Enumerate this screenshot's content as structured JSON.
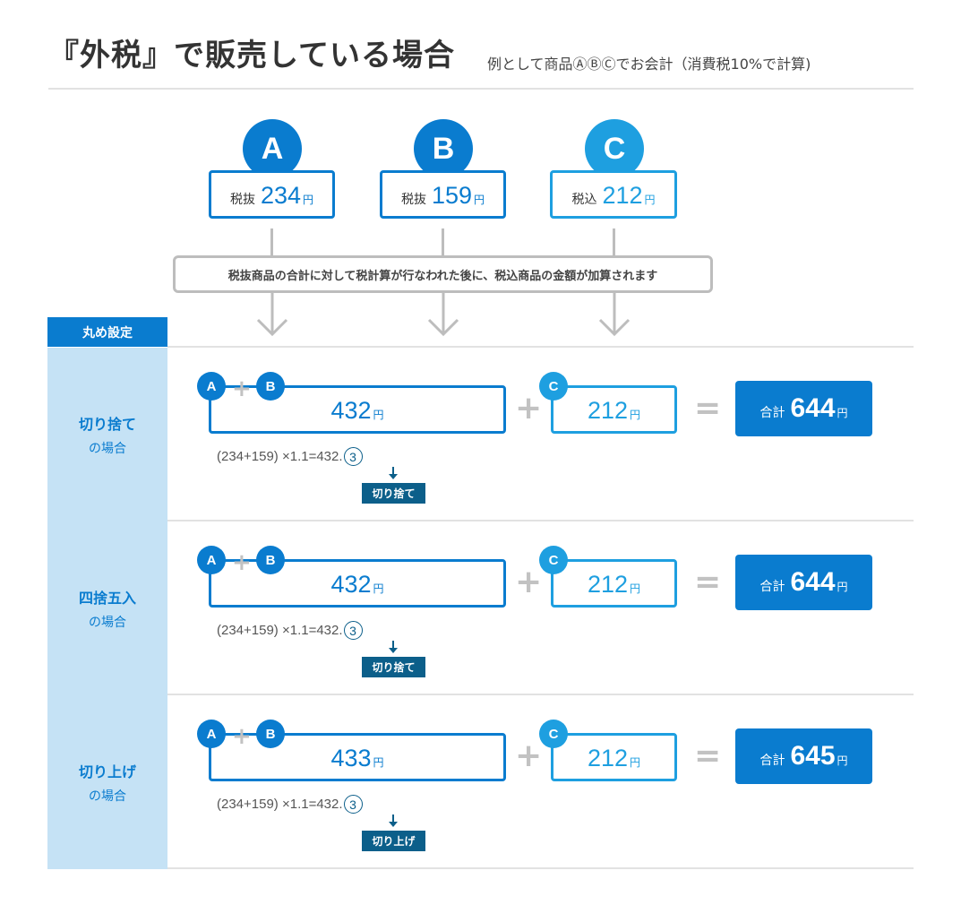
{
  "title": "『外税』で販売している場合",
  "subtitle": "例として商品ⒶⒷⒸでお会計（消費税10%で計算)",
  "products": [
    {
      "letter": "A",
      "tax_label": "税抜",
      "price": "234",
      "unit": "円"
    },
    {
      "letter": "B",
      "tax_label": "税抜",
      "price": "159",
      "unit": "円"
    },
    {
      "letter": "C",
      "tax_label": "税込",
      "price": "212",
      "unit": "円"
    }
  ],
  "note": "税抜商品の合計に対して税計算が行なわれた後に、税込商品の金額が加算されます",
  "rounding_header": "丸め設定",
  "symbols": {
    "plus": "+",
    "equals": "=",
    "unit": "円",
    "total_label": "合計"
  },
  "rows": [
    {
      "label_main": "切り捨て",
      "label_sub": "の場合",
      "ab_value": "432",
      "c_value": "212",
      "total": "644",
      "formula_text": "(234+159) ×1.1=432.",
      "formula_digit": "3",
      "tag": "切り捨て"
    },
    {
      "label_main": "四捨五入",
      "label_sub": "の場合",
      "ab_value": "432",
      "c_value": "212",
      "total": "644",
      "formula_text": "(234+159) ×1.1=432.",
      "formula_digit": "3",
      "tag": "切り捨て"
    },
    {
      "label_main": "切り上げ",
      "label_sub": "の場合",
      "ab_value": "433",
      "c_value": "212",
      "total": "645",
      "formula_text": "(234+159) ×1.1=432.",
      "formula_digit": "3",
      "tag": "切り上げ"
    }
  ],
  "colors": {
    "primary": "#0a7ccf",
    "accent": "#1e9fe0",
    "label_bg": "#c5e2f5",
    "tag_bg": "#0c5f8a",
    "connector": "#bdbdbd"
  }
}
